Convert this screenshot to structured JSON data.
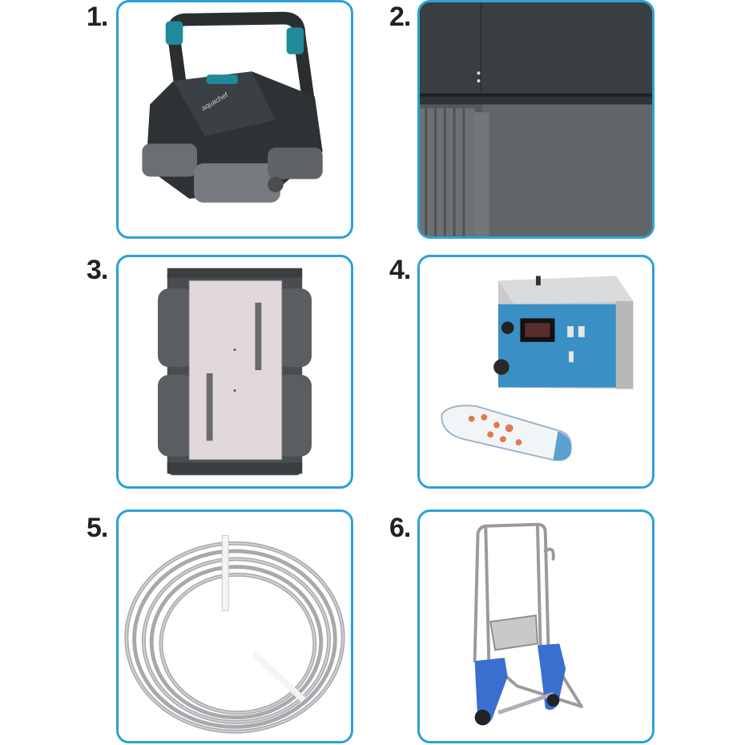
{
  "tiles": [
    {
      "number": "1.",
      "label": "",
      "brand": "aquachef",
      "item": "robot-cleaner"
    },
    {
      "number": "2.",
      "label": "",
      "item": "detail-closeup"
    },
    {
      "number": "3.",
      "label": "",
      "item": "robot-underside"
    },
    {
      "number": "4.",
      "label": "",
      "item": "power-supply-and-remote"
    },
    {
      "number": "5.",
      "label": "",
      "item": "floating-cable"
    },
    {
      "number": "6.",
      "label": "",
      "item": "transport-trolley"
    }
  ],
  "colors": {
    "accent": "#2aa2d8",
    "robot": "#2e3236",
    "teal": "#1e8a9a",
    "trolley_blue": "#3a6fd0"
  }
}
